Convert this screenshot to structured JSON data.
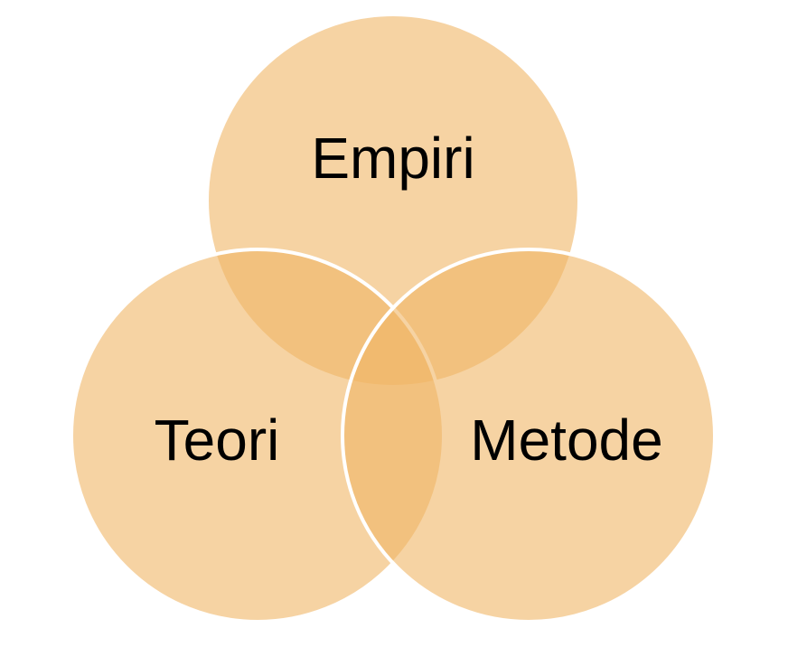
{
  "diagram": {
    "type": "venn-3",
    "fill_color": "#F0B566",
    "outline_color": "#FFFFFF",
    "text_color": "#000000",
    "sets": [
      {
        "label": "Empiri"
      },
      {
        "label": "Teori"
      },
      {
        "label": "Metode"
      }
    ]
  }
}
